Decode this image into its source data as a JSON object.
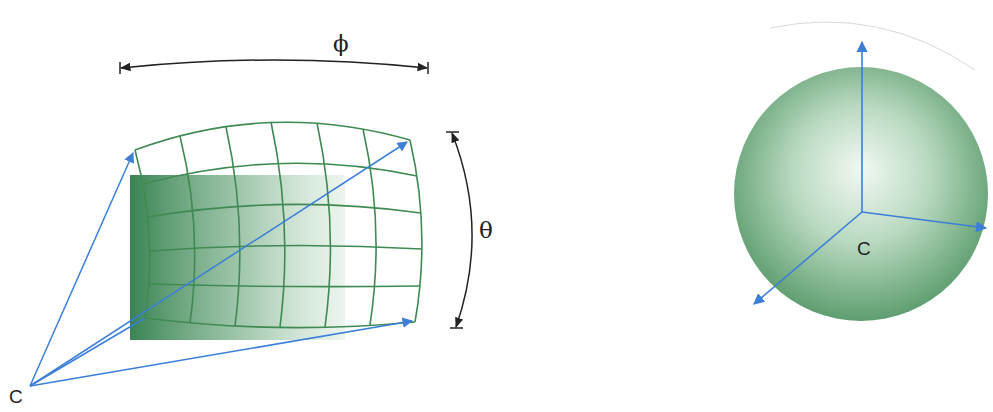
{
  "diagram": {
    "labels": [
      "ϕ",
      "θ",
      "C",
      "C"
    ]
  }
}
